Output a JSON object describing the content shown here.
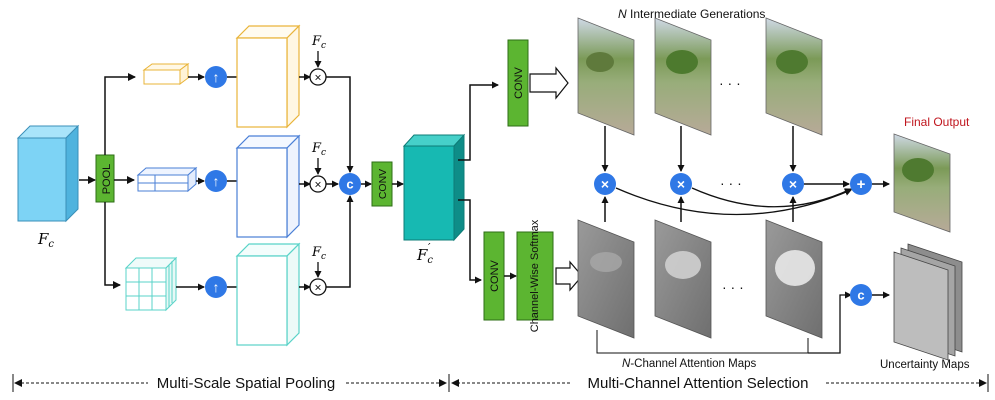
{
  "labels": {
    "intermediate_generations": "Intermediate Generations",
    "n_italic": "N",
    "final_output": "Final Output",
    "attention_maps_suffix": "-Channel Attention Maps",
    "uncertainty_maps": "Uncertainty Maps",
    "section_pooling": "Multi-Scale Spatial  Pooling",
    "section_attention": "Multi-Channel Attention Selection",
    "fc": "F",
    "fc_sub": "c",
    "fc_prime": "′",
    "ellipsis": "· · ·"
  },
  "blocks": {
    "pool": "POOL",
    "conv_mid": "CONV",
    "conv_top": "CONV",
    "conv_bottom": "CONV",
    "softmax": "Channel-Wise Softmax"
  },
  "ops": {
    "upsample": "↑",
    "multiply": "×",
    "concat": "c",
    "add": "+"
  },
  "colors": {
    "input_cube": "#7dd3f5",
    "pool_green": "#5cb531",
    "orange": "#e9b43a",
    "blue_outline": "#4a7fd6",
    "teal_outline": "#59d3c8",
    "feature_teal": "#17b9b2",
    "op_blue": "#2f78e6",
    "final_output_red": "#c0161e"
  }
}
